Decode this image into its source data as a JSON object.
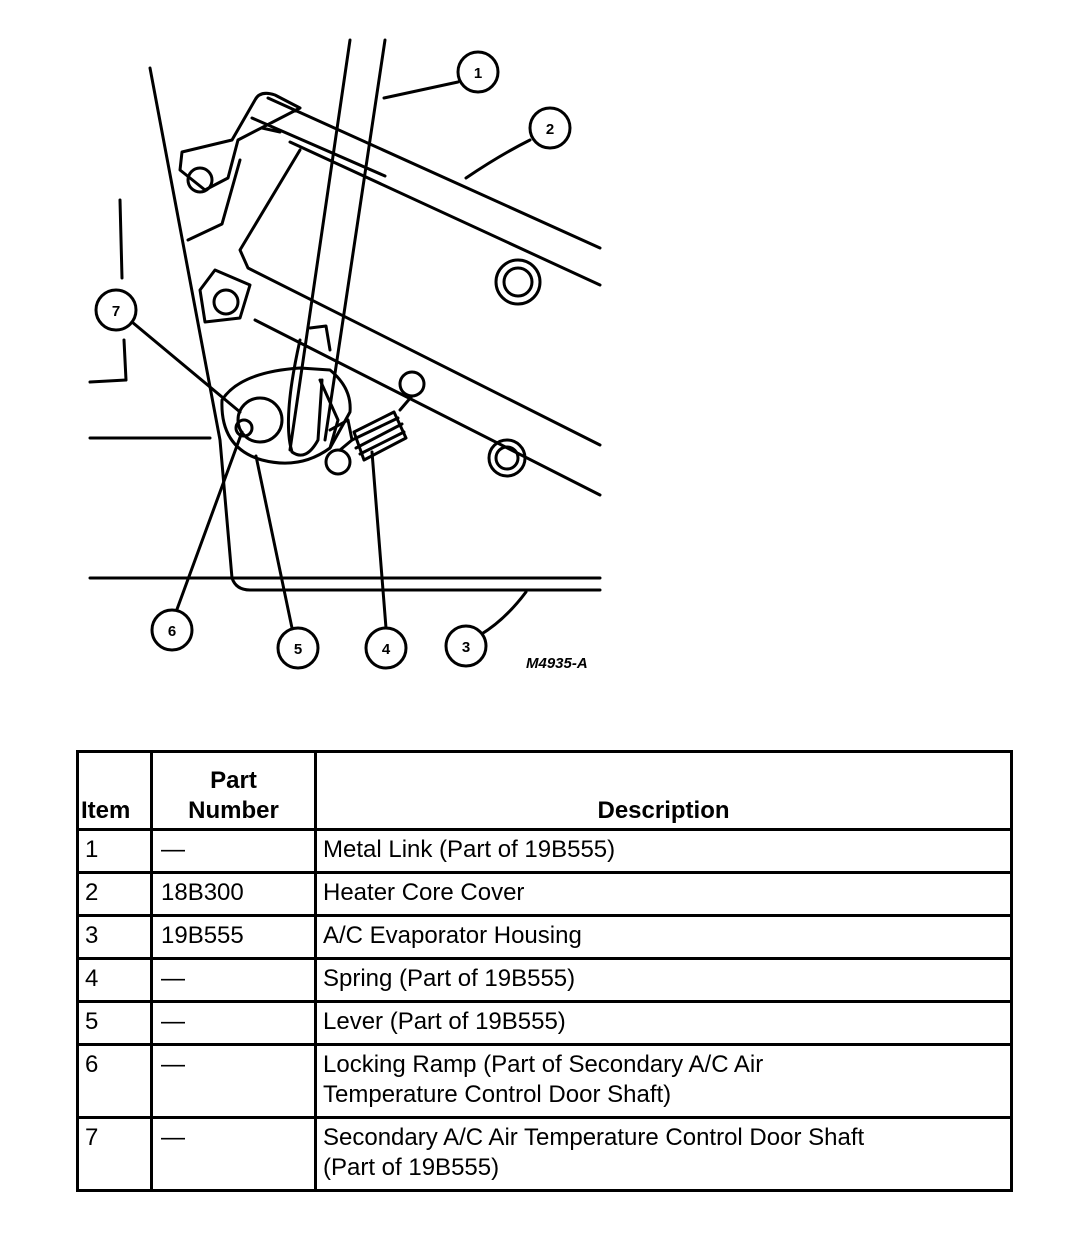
{
  "figure": {
    "code": "M4935-A",
    "callouts": [
      "1",
      "2",
      "3",
      "4",
      "5",
      "6",
      "7"
    ]
  },
  "table": {
    "headers": {
      "item": "Item",
      "part_number_line1": "Part",
      "part_number_line2": "Number",
      "description": "Description"
    },
    "rows": [
      {
        "item": "1",
        "part": "—",
        "desc": [
          "Metal Link (Part of 19B555)"
        ]
      },
      {
        "item": "2",
        "part": "18B300",
        "desc": [
          "Heater Core Cover"
        ]
      },
      {
        "item": "3",
        "part": "19B555",
        "desc": [
          "A/C Evaporator Housing"
        ]
      },
      {
        "item": "4",
        "part": "—",
        "desc": [
          "Spring (Part of 19B555)"
        ]
      },
      {
        "item": "5",
        "part": "—",
        "desc": [
          "Lever (Part of 19B555)"
        ]
      },
      {
        "item": "6",
        "part": "—",
        "desc": [
          "Locking Ramp (Part of Secondary A/C Air",
          "Temperature Control Door Shaft)"
        ]
      },
      {
        "item": "7",
        "part": "—",
        "desc": [
          "Secondary A/C Air Temperature Control Door Shaft",
          "(Part of 19B555)"
        ]
      }
    ]
  }
}
